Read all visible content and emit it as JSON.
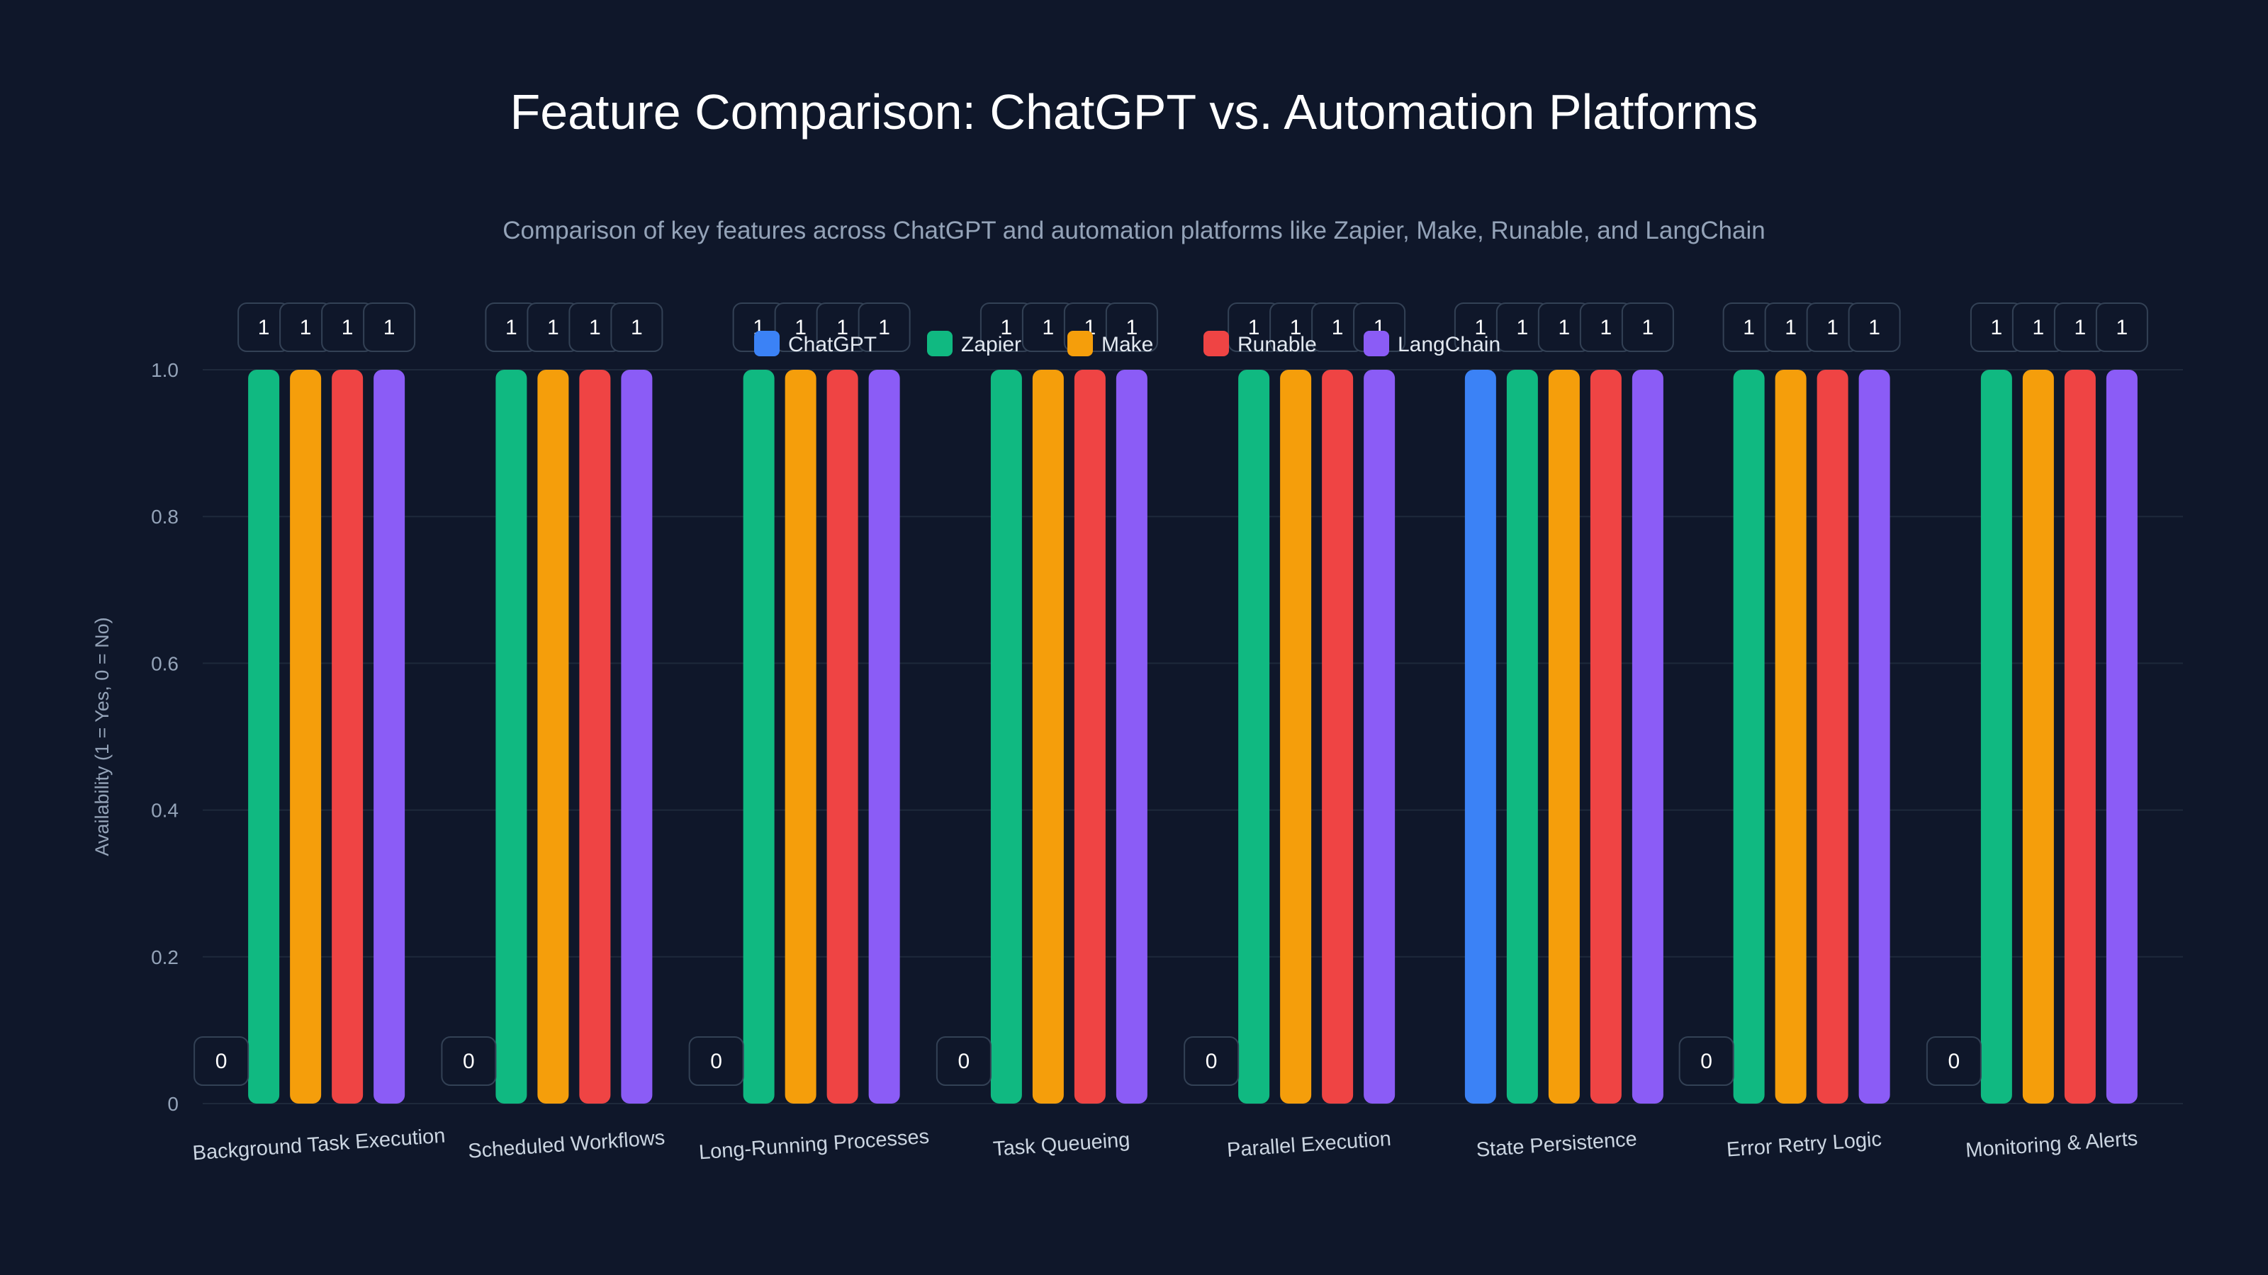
{
  "chart_data": {
    "type": "bar",
    "title": "Feature Comparison: ChatGPT vs. Automation Platforms",
    "subtitle": "Comparison of key features across ChatGPT and automation platforms like Zapier, Make, Runable, and LangChain",
    "xlabel": "",
    "ylabel": "Availability (1 = Yes, 0 = No)",
    "ylim": [
      0,
      1
    ],
    "yticks": [
      {
        "value": 0,
        "label": "0"
      },
      {
        "value": 0.2,
        "label": "0.2"
      },
      {
        "value": 0.4,
        "label": "0.4"
      },
      {
        "value": 0.6,
        "label": "0.6"
      },
      {
        "value": 0.8,
        "label": "0.8"
      },
      {
        "value": 1,
        "label": "1.0"
      }
    ],
    "grid": true,
    "legend_position": "top-center",
    "categories": [
      "Background Task Execution",
      "Scheduled Workflows",
      "Long-Running Processes",
      "Task Queueing",
      "Parallel Execution",
      "State Persistence",
      "Error Retry Logic",
      "Monitoring & Alerts"
    ],
    "series": [
      {
        "name": "ChatGPT",
        "color": "#3b82f6",
        "values": [
          0,
          0,
          0,
          0,
          0,
          1,
          0,
          0
        ]
      },
      {
        "name": "Zapier",
        "color": "#10b981",
        "values": [
          1,
          1,
          1,
          1,
          1,
          1,
          1,
          1
        ]
      },
      {
        "name": "Make",
        "color": "#f59e0b",
        "values": [
          1,
          1,
          1,
          1,
          1,
          1,
          1,
          1
        ]
      },
      {
        "name": "Runable",
        "color": "#ef4444",
        "values": [
          1,
          1,
          1,
          1,
          1,
          1,
          1,
          1
        ]
      },
      {
        "name": "LangChain",
        "color": "#8b5cf6",
        "values": [
          1,
          1,
          1,
          1,
          1,
          1,
          1,
          1
        ]
      }
    ],
    "colors": {
      "background": "#0f172a",
      "grid": "#1e293b",
      "label_border": "#334155"
    }
  }
}
